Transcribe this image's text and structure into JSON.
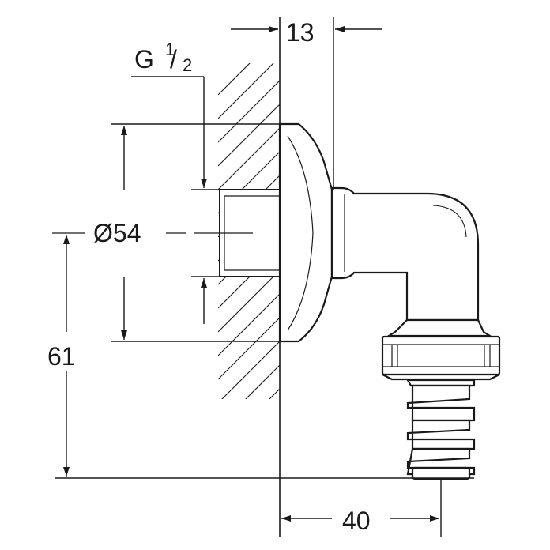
{
  "dimensions": {
    "top_width": "13",
    "thread_prefix": "G",
    "thread_fraction_num": "1",
    "thread_fraction_den": "2",
    "diameter": "Ø54",
    "height": "61",
    "bottom_width": "40"
  }
}
